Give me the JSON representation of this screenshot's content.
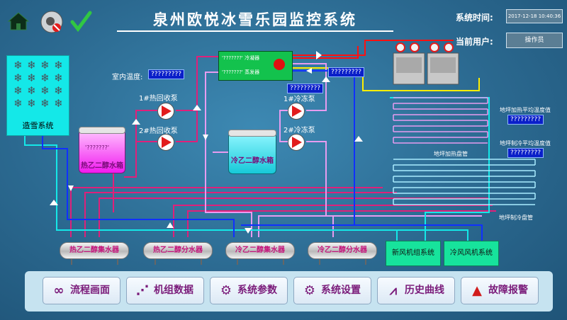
{
  "header": {
    "title": "泉州欧悦冰雪乐园监控系统",
    "system_time_label": "系统时间:",
    "system_time_value": "2017-12-18 10:40:36",
    "current_user_label": "当前用户:",
    "current_user_value": "操作员"
  },
  "status_icons": [
    "home-icon",
    "alarm-mute-icon",
    "checkmark-icon"
  ],
  "snow_system": {
    "label": "造雪系统"
  },
  "indoor_temp": {
    "label": "室内温度:",
    "value": "?????????"
  },
  "condenser": {
    "condenser_text": "'???????' 冷凝器",
    "evaporator_text": "'???????' 蒸发器"
  },
  "evap_value": "?????????",
  "pumps": {
    "recovery1": "1#热回收泵",
    "recovery2": "2#热回收泵",
    "cold1": "1#冷冻泵",
    "cold2": "2#冷冻泵",
    "cold_value": "?????????"
  },
  "hot_tank": {
    "value": "'???????'",
    "label": "热乙二醇水箱"
  },
  "cold_tank": {
    "label": "冷乙二醇水箱"
  },
  "floor": {
    "heat_avg_label": "地坪加热平均温度值",
    "heat_avg_value": "?????????",
    "cool_avg_label": "地坪制冷平均温度值",
    "cool_avg_value": "?????????",
    "heat_coil": "地坪加热盘管",
    "cool_coil": "地坪制冷盘管"
  },
  "headers": {
    "hot_collector": "热乙二醇集水器",
    "hot_distributor": "热乙二醇分水器",
    "cold_collector": "冷乙二醇集水器",
    "cold_distributor": "冷乙二醇分水器"
  },
  "systems": {
    "fresh_air": "新风机组系统",
    "cold_air": "冷风风机系统"
  },
  "nav": [
    {
      "label": "流程画面",
      "icon": "flow-icon"
    },
    {
      "label": "机组数据",
      "icon": "unit-data-icon"
    },
    {
      "label": "系统参数",
      "icon": "gears-icon"
    },
    {
      "label": "系统设置",
      "icon": "gear-icon"
    },
    {
      "label": "历史曲线",
      "icon": "chart-line-icon"
    },
    {
      "label": "故障报警",
      "icon": "alarm-light-icon"
    }
  ],
  "colors": {
    "background": "#2d6d96",
    "hot_pipe": "#e0207a",
    "cold_pipe": "#e79cf0",
    "water_pipe": "#14e8e8",
    "blue_pipe": "#1030ff",
    "red_pipe": "#ff1010",
    "yellow_pipe": "#ffee00",
    "nav_text": "#7a1b7a"
  }
}
